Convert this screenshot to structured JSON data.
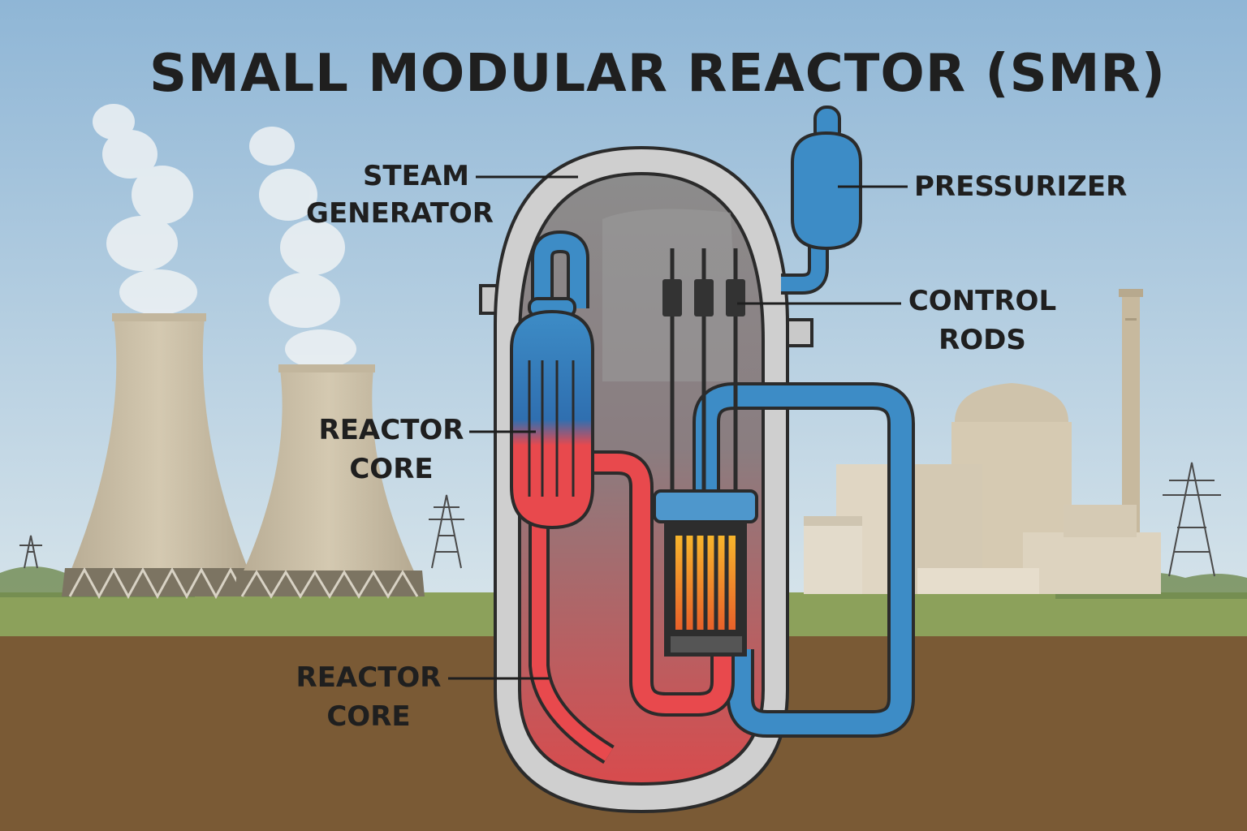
{
  "title": "SMALL MODULAR REACTOR (SMR)",
  "labels": {
    "steam_generator": [
      "STEAM",
      "GENERATOR"
    ],
    "pressurizer": "PRESSURIZER",
    "control_rods": [
      "CONTROL",
      "RODS"
    ],
    "reactor_core_upper": [
      "REACTOR",
      "CORE"
    ],
    "reactor_core_lower": [
      "REACTOR",
      "CORE"
    ]
  },
  "colors": {
    "sky_top": "#8fb6d6",
    "sky_bottom": "#d5e3ea",
    "grass": "#8ca15b",
    "soil": "#7a5a35",
    "vessel_shell": "#cfcfcf",
    "vessel_inner": "#8e8e8e",
    "hot_coolant": "#e8494d",
    "cold_coolant": "#3d8cc6",
    "fuel_glow": "#f4902a",
    "tower": "#cbbfa6",
    "building": "#ddd2bd"
  },
  "icons": [
    "cooling-tower",
    "power-pylon",
    "containment-dome",
    "smokestack"
  ]
}
